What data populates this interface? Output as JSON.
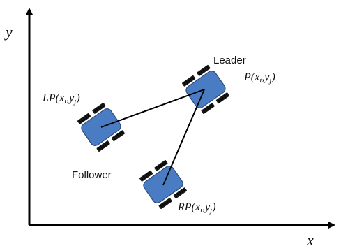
{
  "axes": {
    "x_label": "x",
    "y_label": "y"
  },
  "labels": {
    "leader": "Leader",
    "follower": "Follower",
    "leader_point": {
      "main": "P(x",
      "sub1": "i",
      "mid": ",y",
      "sub2": "j",
      "close": ")"
    },
    "left_point": {
      "main": "LP(x",
      "sub1": "i",
      "mid": ",y",
      "sub2": "j",
      "close": ")"
    },
    "right_point": {
      "main": "RP(x",
      "sub1": "i",
      "mid": ",y",
      "sub2": "j",
      "close": ")"
    }
  },
  "colors": {
    "robot_body": "#4a7cc4",
    "robot_wheel": "#1a1a1a",
    "axis": "#000000",
    "link_line": "#000000"
  }
}
